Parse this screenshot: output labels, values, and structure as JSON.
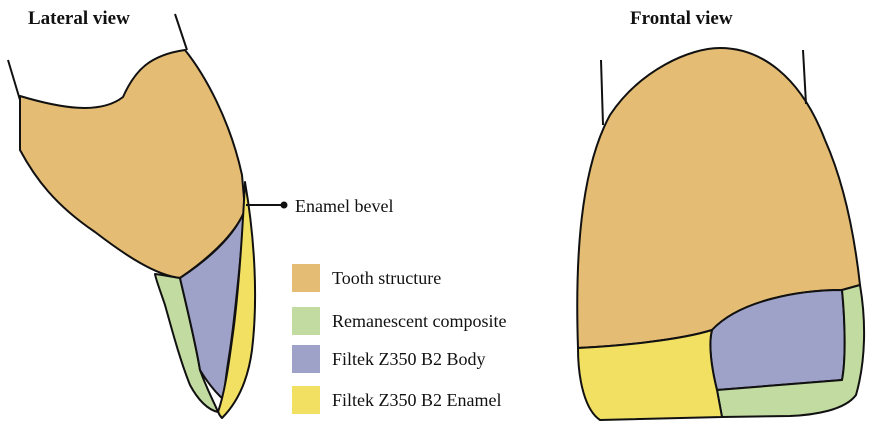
{
  "titles": {
    "lateral": "Lateral view",
    "frontal": "Frontal view"
  },
  "annotation": {
    "enamel_bevel": "Enamel bevel"
  },
  "legend": [
    {
      "label": "Tooth structure",
      "color": "#E4BC74"
    },
    {
      "label": "Remanescent composite",
      "color": "#C2DBA0"
    },
    {
      "label": "Filtek Z350 B2 Body",
      "color": "#9EA2C8"
    },
    {
      "label": "Filtek Z350 B2 Enamel",
      "color": "#F1E062"
    }
  ]
}
